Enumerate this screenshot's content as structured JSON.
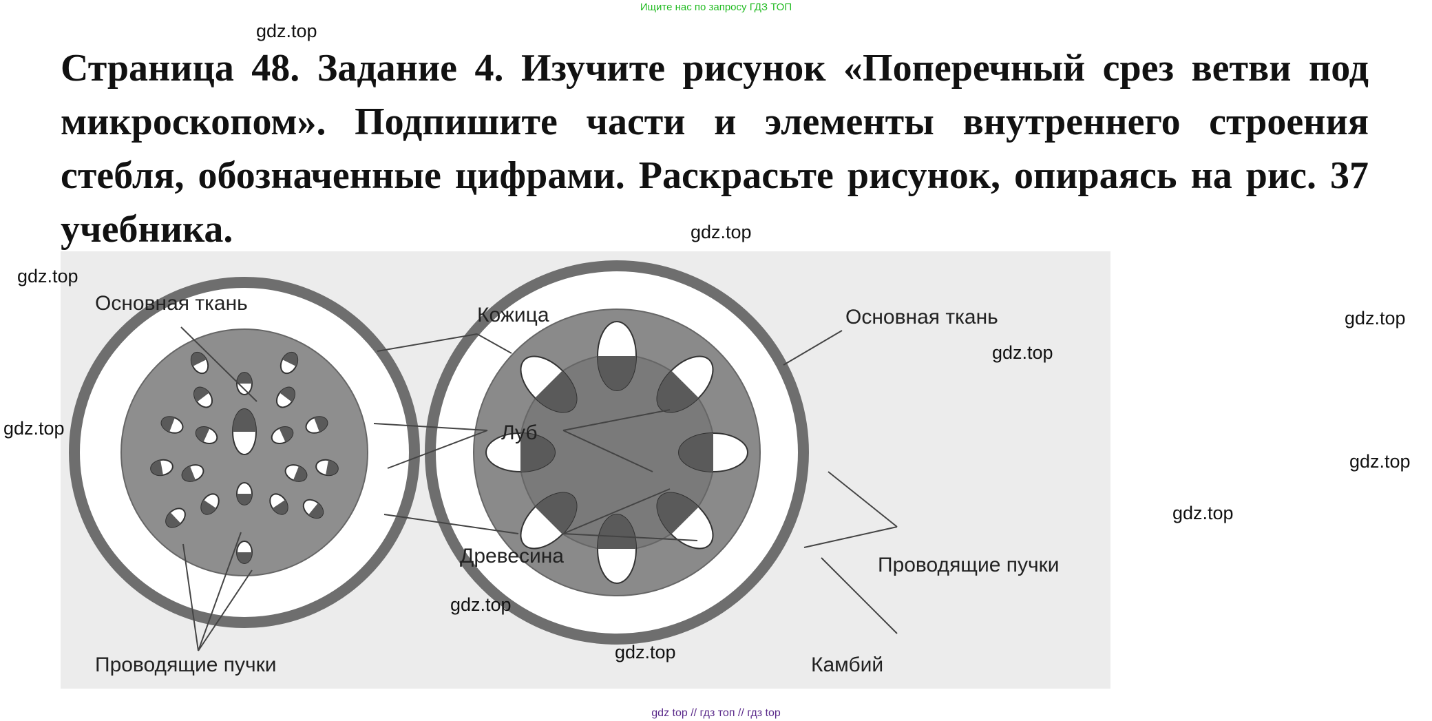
{
  "top_banner": "Ищите нас по запросу ГДЗ ТОП",
  "task": {
    "line1": "Страница 48. Задание 4. Изучите рисунок «Поперечный срез ветви под",
    "line2": "микроскопом». Подпишите части и элементы внутреннего строения",
    "line3": "стебля, обозначенные цифрами. Раскрасьте рисунок, опираясь на рис.",
    "line4": "37 учебника."
  },
  "watermark": "gdz.top",
  "diagram": {
    "labels": {
      "ground_tissue_left": "Основная ткань",
      "skin": "Кожица",
      "ground_tissue_right": "Основная ткань",
      "phloem": "Луб",
      "xylem": "Древесина",
      "bundles_left": "Проводящие пучки",
      "bundles_right": "Проводящие пучки",
      "cambium": "Камбий"
    },
    "colors": {
      "background": "#ececec",
      "ring": "#6e6e6e",
      "cortex": "#8e8e8e",
      "core": "#7a7a7a",
      "line": "#444444"
    }
  },
  "footer": "gdz top  //  гдз топ  //  гдз top"
}
